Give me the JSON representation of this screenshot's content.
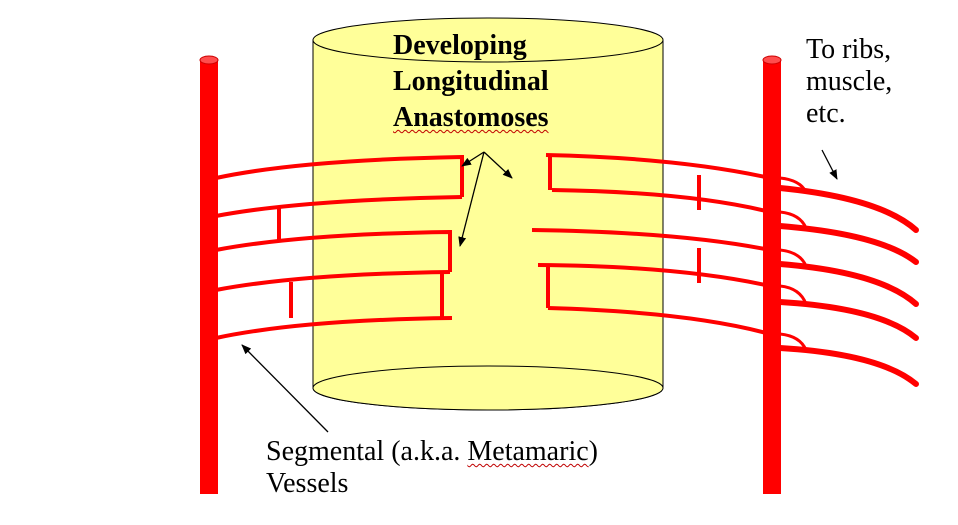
{
  "diagram": {
    "title_lines": [
      "Developing",
      "Longitudinal",
      "Anastomoses"
    ],
    "right_note_lines": [
      "To ribs,",
      "muscle,",
      "etc."
    ],
    "bottom_note_prefix": "Segmental (a.k.a. ",
    "bottom_note_word": "Metamaric",
    "bottom_note_suffix": ")",
    "bottom_note_line2": "Vessels"
  },
  "colors": {
    "vessel": "#ff0000",
    "cylinder_fill": "#ffff99",
    "cylinder_stroke": "#000000",
    "arrow": "#000000"
  }
}
